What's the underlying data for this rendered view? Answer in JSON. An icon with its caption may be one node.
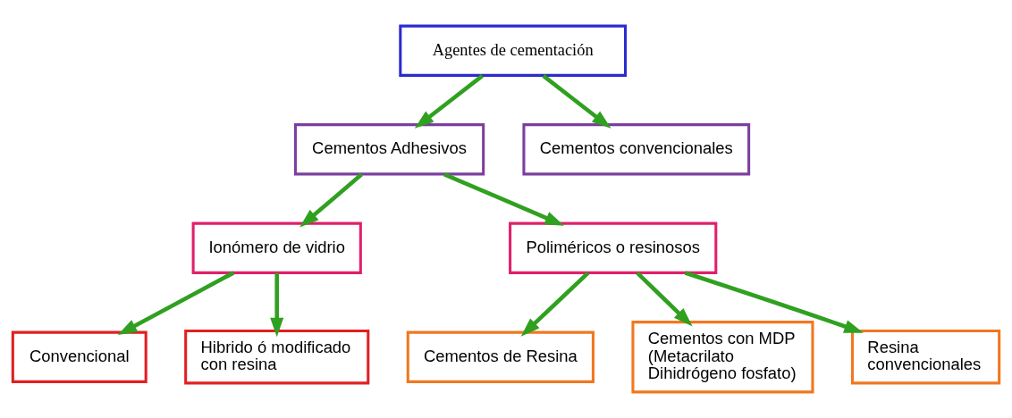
{
  "diagram": {
    "nodes": [
      {
        "text": [
          "Agentes de cementación"
        ]
      },
      {
        "text": [
          "Cementos Adhesivos"
        ]
      },
      {
        "text": [
          "Cementos convencionales"
        ]
      },
      {
        "text": [
          "Ionómero de vidrio"
        ]
      },
      {
        "text": [
          "Poliméricos o resinosos"
        ]
      },
      {
        "text": [
          "Convencional"
        ]
      },
      {
        "text": [
          "Hibrido ó modificado con resina"
        ]
      },
      {
        "text": [
          "Cementos de Resina"
        ]
      },
      {
        "text": [
          "Cementos con MDP (Metacrilato Dihidrógeno fosfato)"
        ]
      },
      {
        "text": [
          "Resina convencionales"
        ]
      }
    ],
    "edges": [
      {
        "from": 0,
        "to": 1,
        "arrow": "to"
      },
      {
        "from": 0,
        "to": 2,
        "arrow": "to"
      },
      {
        "from": 1,
        "to": 3,
        "arrow": "to"
      },
      {
        "from": 1,
        "to": 4,
        "arrow": "to"
      },
      {
        "from": 3,
        "to": 5,
        "arrow": "to"
      },
      {
        "from": 3,
        "to": 6,
        "arrow": "to"
      },
      {
        "from": 4,
        "to": 7,
        "arrow": "to"
      },
      {
        "from": 4,
        "to": 8,
        "arrow": "to"
      },
      {
        "from": 4,
        "to": 9,
        "arrow": "to"
      }
    ]
  }
}
